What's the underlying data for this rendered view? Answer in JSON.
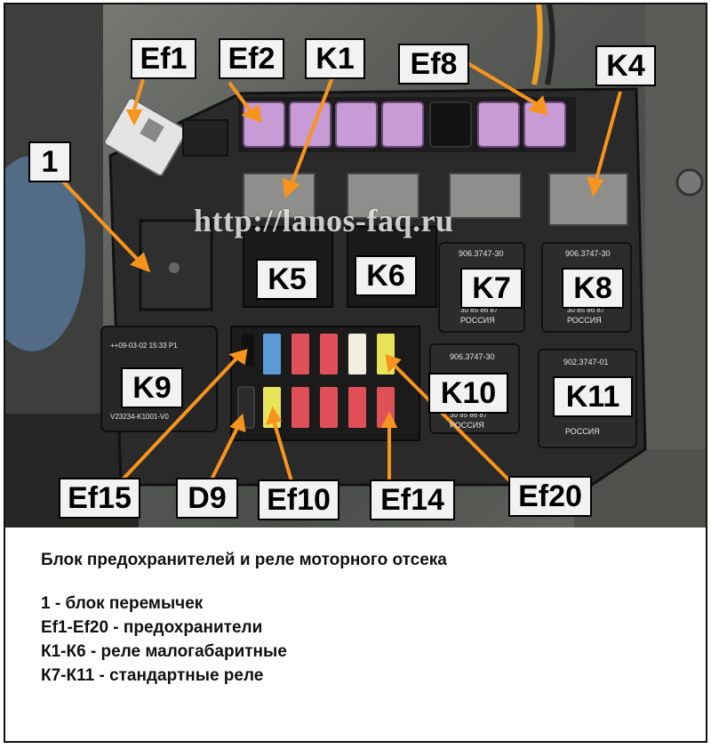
{
  "watermark": "http://lanos-faq.ru",
  "callouts": {
    "ef1": "Ef1",
    "ef2": "Ef2",
    "k1": "K1",
    "ef8": "Ef8",
    "k4": "K4",
    "one": "1",
    "k5": "K5",
    "k6": "K6",
    "k7": "K7",
    "k8": "K8",
    "k9": "K9",
    "k10": "K10",
    "k11": "K11",
    "ef15": "Ef15",
    "d9": "D9",
    "ef10": "Ef10",
    "ef14": "Ef14",
    "ef20": "Ef20"
  },
  "relay_print": {
    "k7_top": "906.3747-30",
    "k7_bottom": "30 85 86 87",
    "k7_country": "РОССИЯ",
    "k8_top": "906.3747-30",
    "k8_bottom": "30 85 86 87",
    "k8_country": "РОССИЯ",
    "k10_top": "906.3747-30",
    "k10_bottom": "30 85 86 87",
    "k10_country": "РОССИЯ",
    "k11_top": "902.3747-01",
    "k11_country": "РОССИЯ",
    "k9_top": "++09-03-02 15:33 P1",
    "k9_bottom": "V23234-K1001-V0"
  },
  "legend": {
    "title": "Блок предохранителей и реле моторного отсека",
    "items": [
      "1 - блок перемычек",
      "Ef1-Ef20 - предохранители",
      "К1-К6 - реле малогабаритные",
      "К7-К11 - стандартные реле"
    ]
  },
  "colors": {
    "arrow": "#f7941d",
    "callout_bg": "#f2f2f2",
    "maxi_fuse": "#c89ad6",
    "housing": "#2a2a2a"
  }
}
